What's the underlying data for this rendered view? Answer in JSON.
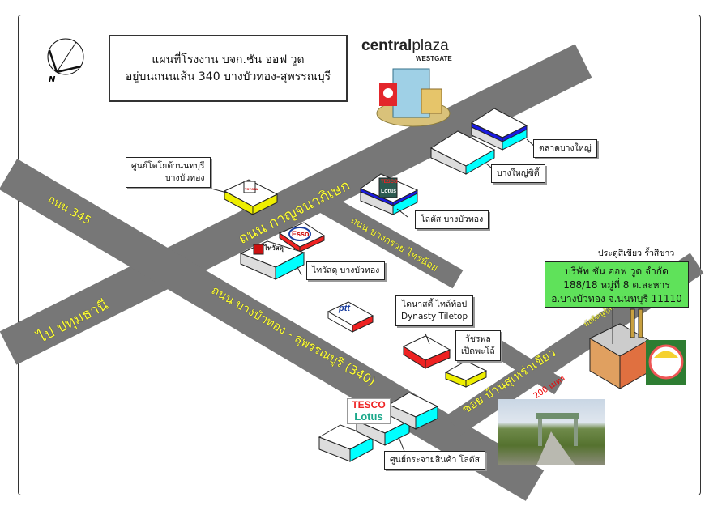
{
  "title": {
    "line1": "แผนที่โรงงาน บจก.ชัน ออฟ วูด",
    "line2": "อยู่บนถนนเส้น 340 บางบัวทอง-สุพรรณบุรี"
  },
  "compass": {
    "label": "N"
  },
  "landmark_logo": {
    "brand": "central",
    "brand2": "plaza",
    "sub": "WESTGATE"
  },
  "roads": {
    "road_345": "ถนน 345",
    "kanchanaphisek": "ถนน กาญจนาภิเษก",
    "to_pathum": "ไป ปทุมธานี",
    "bangkruai": "ถนน บางกรวย ไทรน้อย",
    "bangbuathong": "ถนน บางบัวทอง - สุพรรณบุรี (340)",
    "soi": "ซอย บ้านสุเหร่าเขียว",
    "mosque": "มัสยิดนูรุ้ลอิสลาม"
  },
  "distance": "200 เมตร",
  "gate_note": "ประตูสีเขียว รั้วสีขาว",
  "company": {
    "line1": "บริษัท ชัน ออฟ วูด จำกัด",
    "line2": "188/18 หมู่ที่ 8 ต.ละหาร",
    "line3": "อ.บางบัวทอง จ.นนทบุรี 11110"
  },
  "places": {
    "toyota": {
      "line1": "ศูนย์โตโยต้านนทบุรี",
      "line2": "บางบัวทอง"
    },
    "talad": "ตลาดบางใหญ่",
    "bangyai_city": "บางใหญ่ซิตี้",
    "lotus_bbt": "โลตัส บางบัวทอง",
    "thaiwatsadu": "ไทวัสดุ บางบัวทอง",
    "dynasty": {
      "line1": "ไดนาสตี้ ไทล์ท้อป",
      "line2": "Dynasty Tiletop"
    },
    "watcharaphon": {
      "line1": "วัชรพล",
      "line2": "เป็ดพะโล้"
    },
    "lotus_dc": "ศูนย์กระจายสินค้า โลตัส"
  },
  "logos": {
    "esso": "Esso",
    "ptt": "ptt",
    "thaiwatsadu": "ไทวัสดุ",
    "tesco": "TESCO",
    "lotus": "Lotus",
    "toyota": "TOYOTA"
  }
}
